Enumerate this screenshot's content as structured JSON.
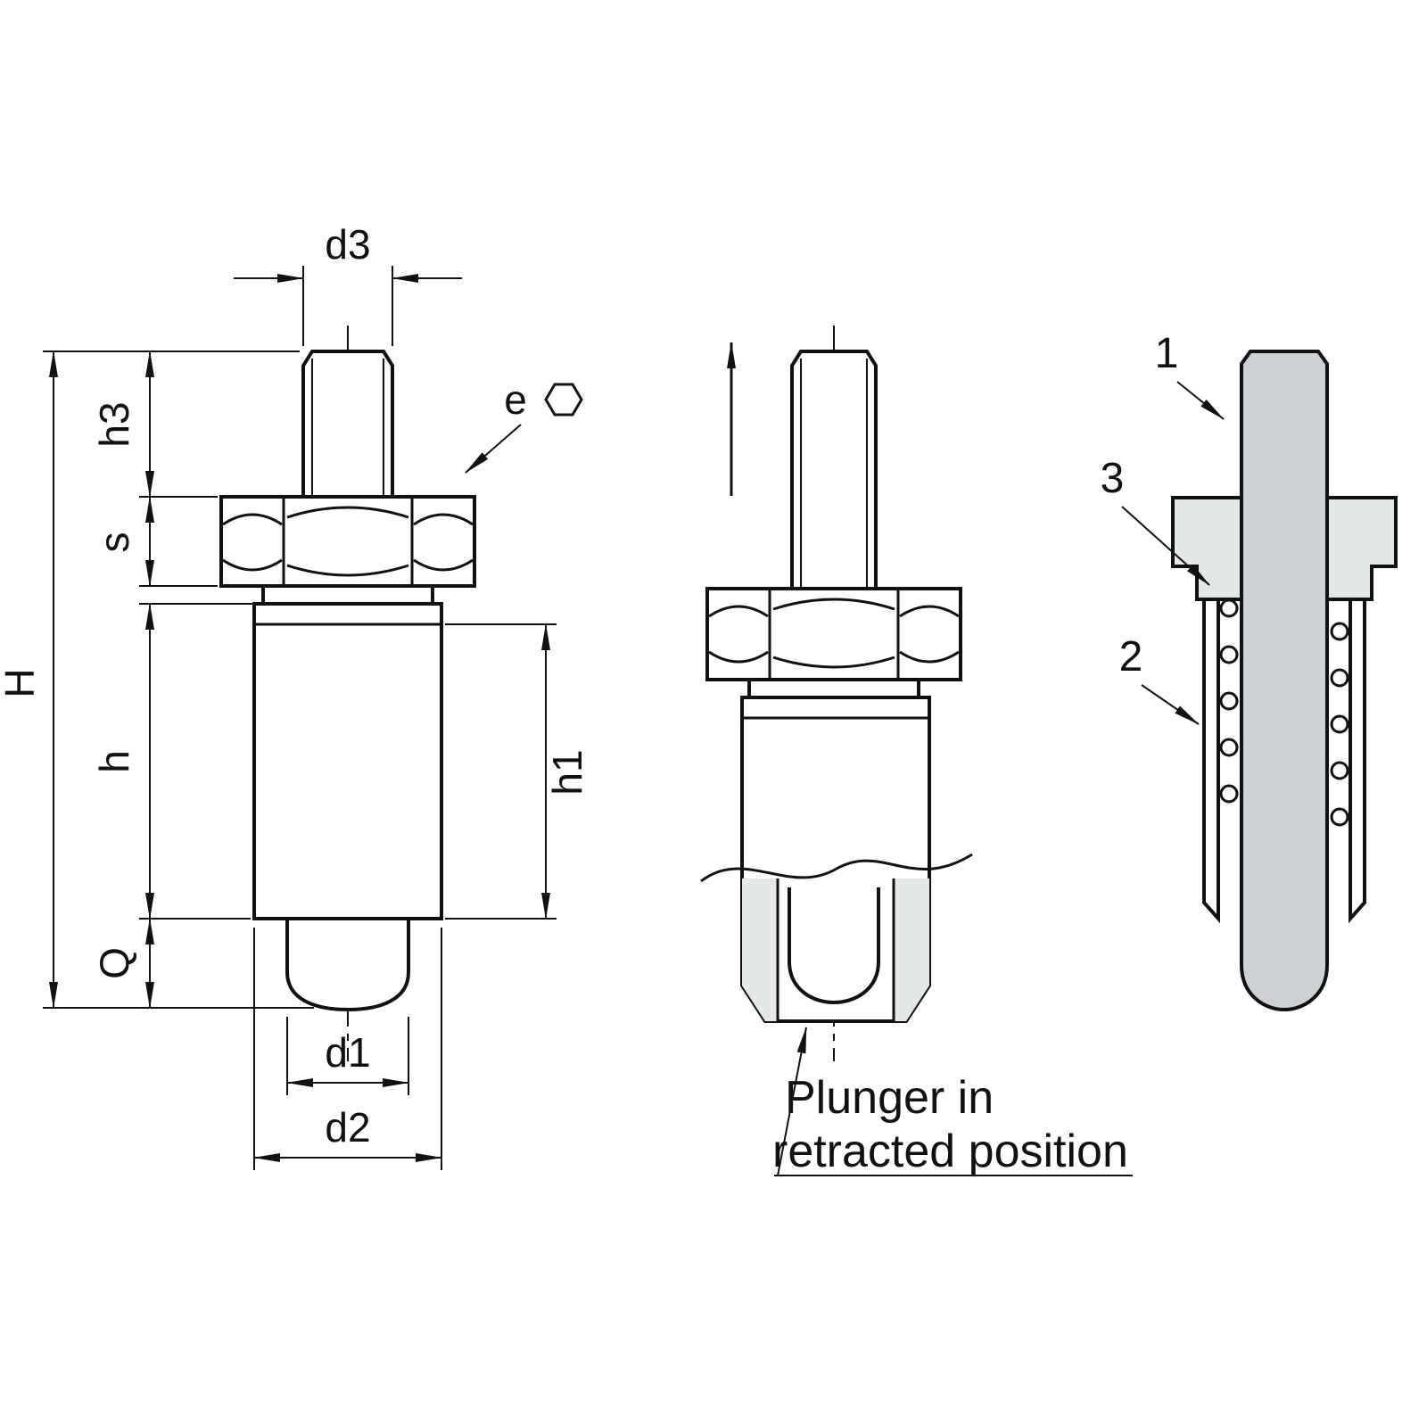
{
  "figure": {
    "type": "technical-drawing",
    "subject": "index plunger with threaded stem",
    "dimension_labels": {
      "H": "H",
      "h3": "h3",
      "s": "s",
      "h": "h",
      "Q": "Q",
      "h1": "h1",
      "d1": "d1",
      "d2": "d2",
      "d3": "d3",
      "hex_across_flats": "e"
    },
    "part_labels": {
      "p1": "1",
      "p2": "2",
      "p3": "3"
    },
    "note": {
      "line1": "Plunger in",
      "line2": "retracted position"
    },
    "colors": {
      "line": "#111111",
      "pin_fill": "#ccd2d4",
      "section_fill": "#e4e8e9",
      "background": "#ffffff"
    }
  }
}
